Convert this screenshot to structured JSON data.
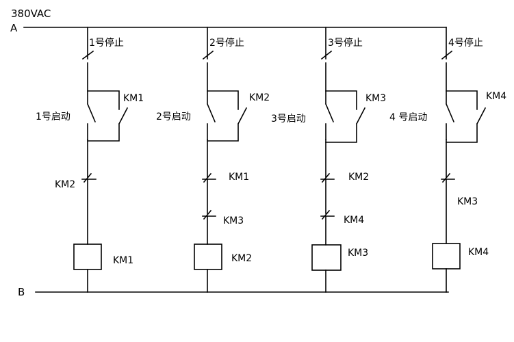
{
  "supply": {
    "voltage": "380VAC",
    "line_a": "A",
    "line_b": "B"
  },
  "branches": [
    {
      "stop": "1号停止",
      "start": "1号启动",
      "hold": "KM1",
      "interlocks": [
        "KM2"
      ],
      "coil": "KM1"
    },
    {
      "stop": "2号停止",
      "start": "2号启动",
      "hold": "KM2",
      "interlocks": [
        "KM1",
        "KM3"
      ],
      "coil": "KM2"
    },
    {
      "stop": "3号停止",
      "start": "3号启动",
      "hold": "KM3",
      "interlocks": [
        "KM2",
        "KM4"
      ],
      "coil": "KM3"
    },
    {
      "stop": "4号停止",
      "start": "4 号启动",
      "hold": "KM4",
      "interlocks": [
        "KM3"
      ],
      "coil": "KM4"
    }
  ]
}
